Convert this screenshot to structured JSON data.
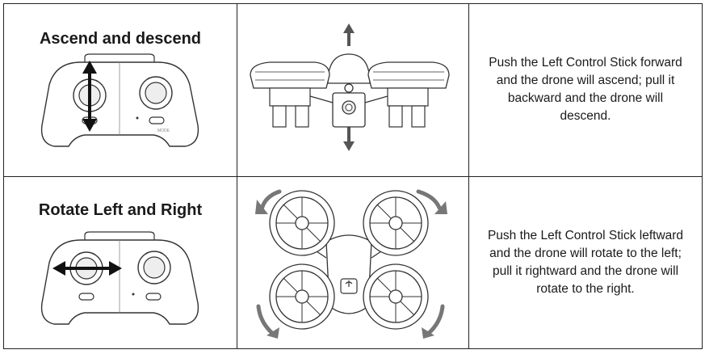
{
  "rows": [
    {
      "title": "Ascend and descend",
      "description": [
        "Push the Left Control Stick forward",
        "and the drone will ascend; pull it",
        "backward and the drone will",
        "descend."
      ],
      "controller_icon": "controller-icon",
      "stick_arrow_icon": "vertical-double-arrow-icon",
      "drone_icon": "drone-side-view-icon",
      "motion_icons": [
        "up-arrow-icon",
        "down-arrow-icon"
      ]
    },
    {
      "title": "Rotate Left and Right",
      "description": [
        "Push the Left Control Stick leftward",
        "and the drone will rotate to the left;",
        "pull it rightward and the drone will",
        "rotate to the right."
      ],
      "controller_icon": "controller-icon",
      "stick_arrow_icon": "horizontal-double-arrow-icon",
      "drone_icon": "drone-top-view-icon",
      "motion_icons": [
        "rotate-arrow-icon"
      ]
    }
  ],
  "colors": {
    "border": "#222222",
    "line": "#333333",
    "arrow_dark": "#111111",
    "arrow_gray": "#666666"
  }
}
